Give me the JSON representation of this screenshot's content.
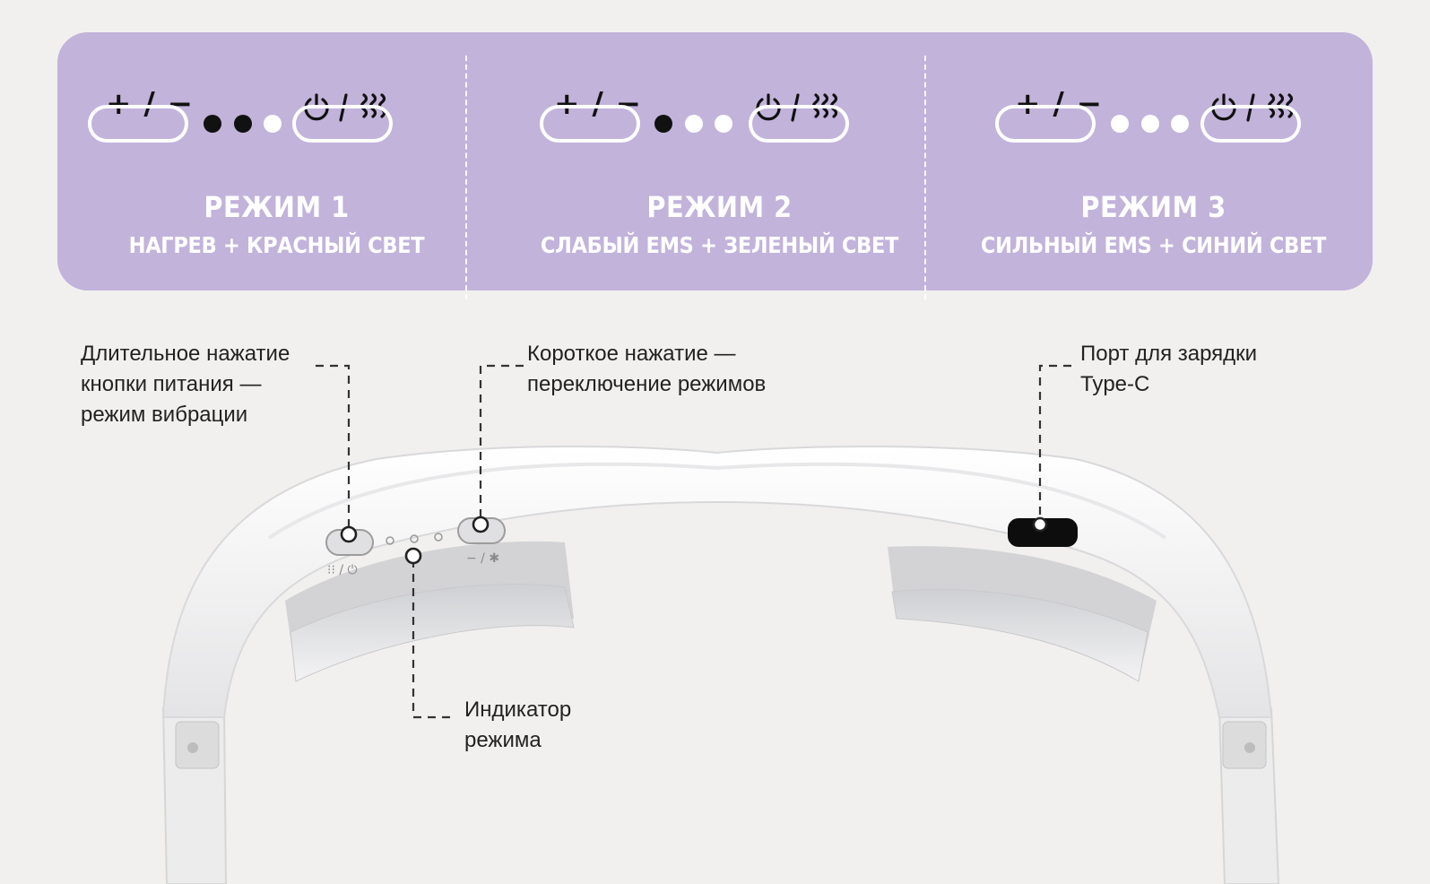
{
  "modes": [
    {
      "left_control": "+ / −",
      "title": "РЕЖИМ 1",
      "subtitle": "НАГРЕВ + КРАСНЫЙ СВЕТ",
      "indicator": [
        true,
        true,
        false
      ]
    },
    {
      "left_control": "+ / −",
      "title": "РЕЖИМ 2",
      "subtitle": "СЛАБЫЙ EMS + ЗЕЛЕНЫЙ СВЕТ",
      "indicator": [
        true,
        false,
        false
      ]
    },
    {
      "left_control": "+ / −",
      "title": "РЕЖИМ 3",
      "subtitle": "СИЛЬНЫЙ EMS + СИНИЙ СВЕТ",
      "indicator": [
        false,
        false,
        false
      ]
    }
  ],
  "icons": {
    "power_vibration": [
      "power-icon",
      "vibration-icon"
    ],
    "plus_minus": "plus-minus-icon"
  },
  "callouts": {
    "long_press": "Длительное нажатие\nкнопки питания —\nрежим вибрации",
    "short_press": "Короткое нажатие —\nпереключение режимов",
    "charging_port": "Порт для зарядки\nType-C",
    "mode_indicator": "Индикатор\nрежима"
  },
  "colors": {
    "panel": "#c2b3db",
    "background": "#f1f0ee",
    "indicator_on": "#111111",
    "indicator_off": "#ffffff"
  }
}
